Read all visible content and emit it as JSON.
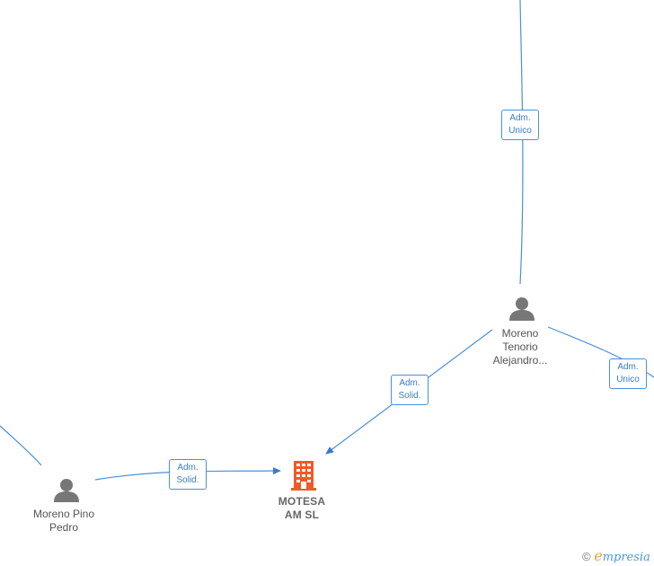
{
  "nodes": {
    "company": {
      "name_line1": "MOTESA",
      "name_line2": "AM  SL",
      "color": "#f05a28"
    },
    "person_pedro": {
      "name_line1": "Moreno Pino",
      "name_line2": "Pedro"
    },
    "person_alejandro": {
      "name_line1": "Moreno",
      "name_line2": "Tenorio",
      "name_line3": "Alejandro..."
    }
  },
  "edges": {
    "top": {
      "line1": "Adm.",
      "line2": "Unico"
    },
    "right": {
      "line1": "Adm.",
      "line2": "Unico"
    },
    "alejandro_company": {
      "line1": "Adm.",
      "line2": "Solid."
    },
    "pedro_company": {
      "line1": "Adm.",
      "line2": "Solid."
    }
  },
  "colors": {
    "edge": "#4a90d9",
    "person_icon": "#777777"
  },
  "watermark": {
    "copyright": "©",
    "brand_first": "e",
    "brand_rest": "mpresia"
  }
}
